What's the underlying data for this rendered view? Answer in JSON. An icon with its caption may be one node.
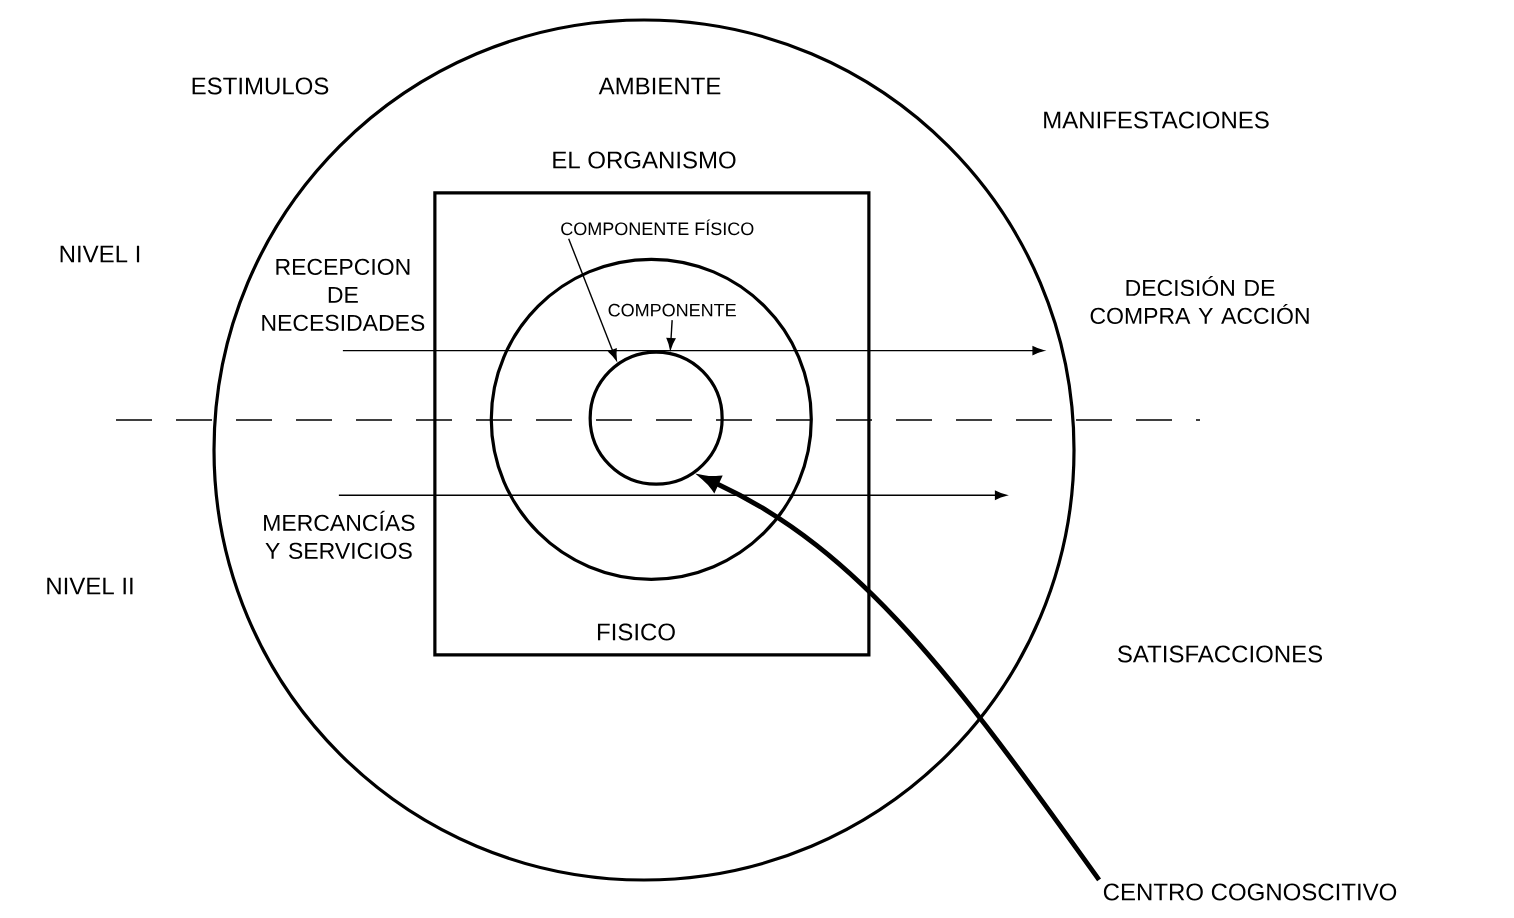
{
  "diagram": {
    "nodes": [
      {
        "text": [
          "AMBIENTE"
        ]
      },
      {
        "text": [
          "EL ORGANISMO"
        ],
        "in": 0
      },
      {
        "text": [],
        "shape": "circle",
        "in": 1
      },
      {
        "text": [],
        "shape": "circle",
        "in": 2
      },
      {
        "text": [
          "COMPONENTE FÍSICO"
        ],
        "in": 1
      },
      {
        "text": [
          "COMPONENTE"
        ],
        "in": 2
      },
      {
        "text": [
          "CENTRO COGNOSCITIVO"
        ]
      },
      {
        "text": [
          "RECEPCION DE NECESIDADES"
        ],
        "in": 0
      },
      {
        "text": [
          "MERCANCÍAS Y SERVICIOS"
        ],
        "in": 0
      },
      {
        "text": [
          "DECISIÓN DE COMPRA Y ACCIÓN"
        ]
      },
      {
        "text": [
          "SATISFACCIONES"
        ]
      }
    ],
    "edges": [
      {
        "from": 4,
        "to": 3,
        "arrow": "to"
      },
      {
        "from": 5,
        "to": 3,
        "arrow": "to"
      },
      {
        "from": 6,
        "to": 3,
        "arrow": "to",
        "style": "thick"
      },
      {
        "from": 7,
        "to": 9,
        "arrow": "to"
      },
      {
        "from": 8,
        "to": null,
        "arrow": "to"
      }
    ],
    "labels": [
      "ESTIMULOS",
      "MANIFESTACIONES",
      "NIVEL I",
      "NIVEL II",
      "FISICO"
    ]
  }
}
